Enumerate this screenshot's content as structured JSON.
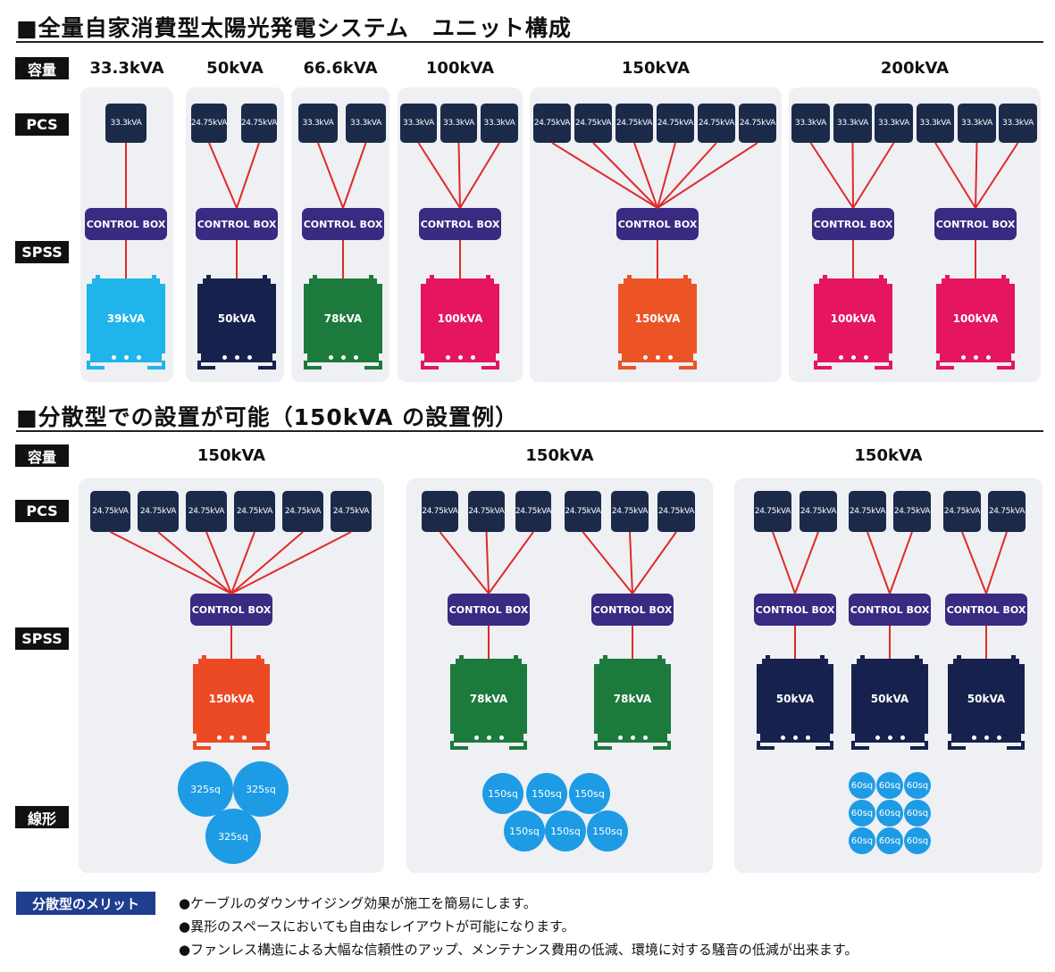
{
  "section1": {
    "title": "■全量自家消費型太陽光発電システム　ユニット構成",
    "labels": {
      "capacity": "容量",
      "pcs": "PCS",
      "spss": "SPSS"
    },
    "units": [
      {
        "capacity": "33.3kVA",
        "pcs": [
          "33.3kVA"
        ],
        "control_boxes": [
          "CONTROL BOX"
        ],
        "transformers": [
          {
            "label": "39kVA",
            "color": "#1fb4ea"
          }
        ]
      },
      {
        "capacity": "50kVA",
        "pcs": [
          "24.75kVA",
          "24.75kVA"
        ],
        "control_boxes": [
          "CONTROL BOX"
        ],
        "transformers": [
          {
            "label": "50kVA",
            "color": "#16214d"
          }
        ]
      },
      {
        "capacity": "66.6kVA",
        "pcs": [
          "33.3kVA",
          "33.3kVA"
        ],
        "control_boxes": [
          "CONTROL BOX"
        ],
        "transformers": [
          {
            "label": "78kVA",
            "color": "#1b7a3c"
          }
        ]
      },
      {
        "capacity": "100kVA",
        "pcs": [
          "33.3kVA",
          "33.3kVA",
          "33.3kVA"
        ],
        "control_boxes": [
          "CONTROL BOX"
        ],
        "transformers": [
          {
            "label": "100kVA",
            "color": "#e5155f"
          }
        ]
      },
      {
        "capacity": "150kVA",
        "pcs": [
          "24.75kVA",
          "24.75kVA",
          "24.75kVA",
          "24.75kVA",
          "24.75kVA",
          "24.75kVA"
        ],
        "control_boxes": [
          "CONTROL BOX"
        ],
        "transformers": [
          {
            "label": "150kVA",
            "color": "#ec5325"
          }
        ]
      },
      {
        "capacity": "200kVA",
        "pcs": [
          "33.3kVA",
          "33.3kVA",
          "33.3kVA",
          "33.3kVA",
          "33.3kVA",
          "33.3kVA"
        ],
        "control_boxes": [
          "CONTROL BOX",
          "CONTROL BOX"
        ],
        "transformers": [
          {
            "label": "100kVA",
            "color": "#e5155f"
          },
          {
            "label": "100kVA",
            "color": "#e5155f"
          }
        ]
      }
    ]
  },
  "section2": {
    "title": "■分散型での設置が可能（150kVA の設置例）",
    "labels": {
      "capacity": "容量",
      "pcs": "PCS",
      "spss": "SPSS",
      "wire": "線形"
    },
    "units": [
      {
        "capacity": "150kVA",
        "pcs": [
          "24.75kVA",
          "24.75kVA",
          "24.75kVA",
          "24.75kVA",
          "24.75kVA",
          "24.75kVA"
        ],
        "control_boxes": [
          "CONTROL BOX"
        ],
        "transformers": [
          {
            "label": "150kVA",
            "color": "#ec4a25"
          }
        ],
        "cables": [
          "325sq",
          "325sq",
          "325sq"
        ]
      },
      {
        "capacity": "150kVA",
        "pcs": [
          "24.75kVA",
          "24.75kVA",
          "24.75kVA",
          "24.75kVA",
          "24.75kVA",
          "24.75kVA"
        ],
        "control_boxes": [
          "CONTROL BOX",
          "CONTROL BOX"
        ],
        "transformers": [
          {
            "label": "78kVA",
            "color": "#1b7a3c"
          },
          {
            "label": "78kVA",
            "color": "#1b7a3c"
          }
        ],
        "cables": [
          "150sq",
          "150sq",
          "150sq",
          "150sq",
          "150sq",
          "150sq"
        ]
      },
      {
        "capacity": "150kVA",
        "pcs": [
          "24.75kVA",
          "24.75kVA",
          "24.75kVA",
          "24.75kVA",
          "24.75kVA",
          "24.75kVA"
        ],
        "control_boxes": [
          "CONTROL BOX",
          "CONTROL BOX",
          "CONTROL BOX"
        ],
        "transformers": [
          {
            "label": "50kVA",
            "color": "#16214d"
          },
          {
            "label": "50kVA",
            "color": "#16214d"
          },
          {
            "label": "50kVA",
            "color": "#16214d"
          }
        ],
        "cables": [
          "60sq",
          "60sq",
          "60sq",
          "60sq",
          "60sq",
          "60sq",
          "60sq",
          "60sq",
          "60sq"
        ]
      }
    ]
  },
  "merits": {
    "label": "分散型のメリット",
    "items": [
      "●ケーブルのダウンサイジング効果が施工を簡易にします。",
      "●異形のスペースにおいても自由なレイアウトが可能になります。",
      "●ファンレス構造による大幅な信頼性のアップ、メンテナンス費用の低減、環境に対する騒音の低減が出来ます。"
    ]
  },
  "colors": {
    "wire": "#e02a2a",
    "pcs": "#1c2a4a",
    "control_box": "#3a2a82",
    "panel": "#eef0f3",
    "cable": "#1e9be5"
  }
}
